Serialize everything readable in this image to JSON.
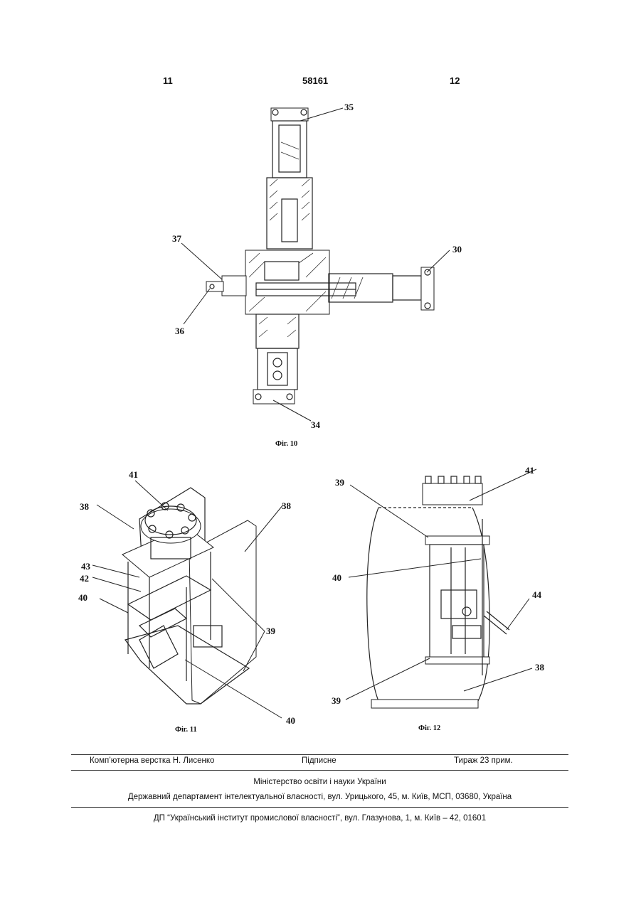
{
  "header": {
    "left_page": "11",
    "patent_number": "58161",
    "right_page": "12"
  },
  "figures": {
    "fig10": {
      "caption": "Фіг. 10",
      "callouts": {
        "c35": "35",
        "c37": "37",
        "c30": "30",
        "c36": "36",
        "c34": "34"
      }
    },
    "fig11": {
      "caption": "Фіг. 11",
      "callouts": {
        "c41": "41",
        "c38a": "38",
        "c38b": "38",
        "c43": "43",
        "c42": "42",
        "c40a": "40",
        "c39": "39",
        "c40b": "40"
      }
    },
    "fig12": {
      "caption": "Фіг. 12",
      "callouts": {
        "c41": "41",
        "c39a": "39",
        "c40": "40",
        "c44": "44",
        "c38": "38",
        "c39b": "39"
      }
    }
  },
  "footer": {
    "typesetting": "Комп’ютерна верстка Н. Лисенко",
    "signed": "Підписне",
    "circulation": "Тираж 23 прим.",
    "ministry": "Міністерство освіти і науки України",
    "department": "Державний департамент інтелектуальної власності, вул. Урицького, 45, м. Київ, МСП, 03680, Україна",
    "institute": "ДП “Український інститут промислової власності”, вул. Глазунова, 1, м. Київ – 42, 01601"
  }
}
